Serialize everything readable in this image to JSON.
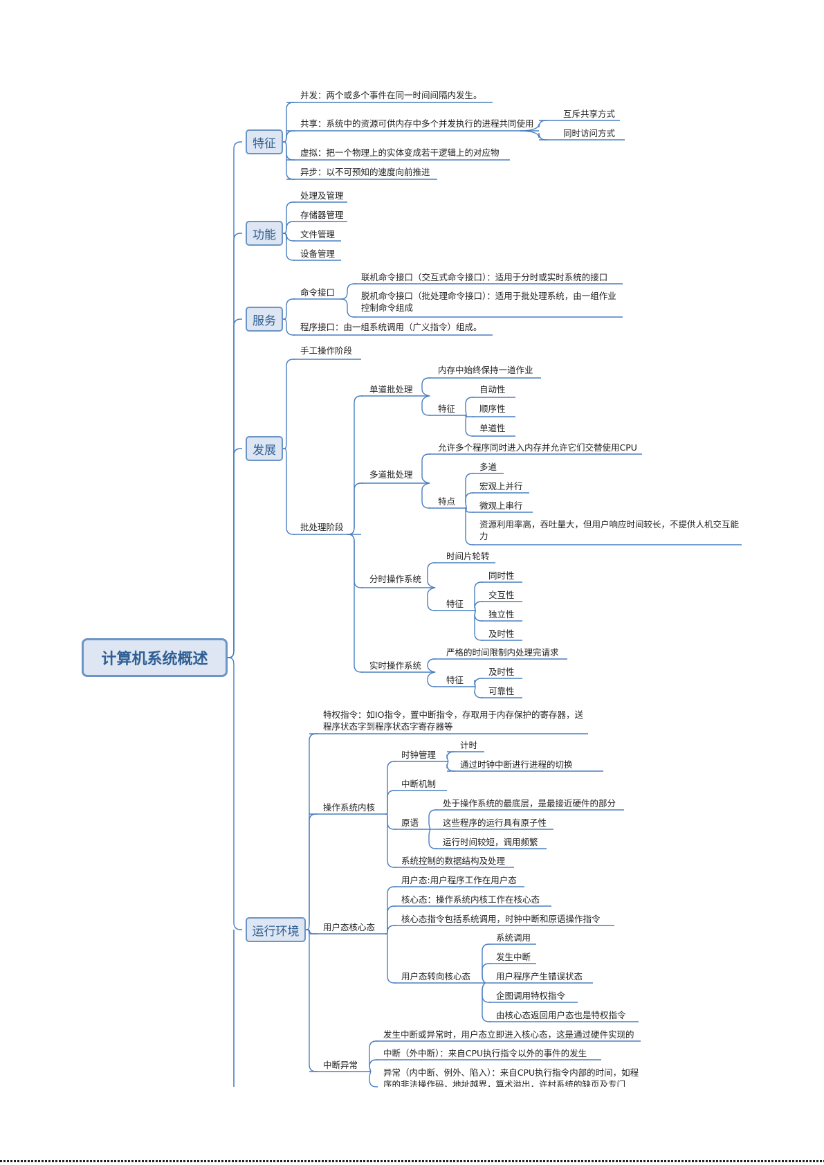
{
  "root": "计算机系统概述",
  "branches": {
    "tezheng": {
      "label": "特征",
      "bingfa": "并发：两个或多个事件在同一时间间隔内发生。",
      "gongxiang": "共享：系统中的资源可供内存中多个并发执行的进程共同使用",
      "huchi": "互斥共享方式",
      "tongshi": "同时访问方式",
      "xuni": "虚拟：把一个物理上的实体变成若干逻辑上的对应物",
      "yibu": "异步：以不可预知的速度向前推进"
    },
    "gongneng": {
      "label": "功能",
      "items": [
        "处理及管理",
        "存储器管理",
        "文件管理",
        "设备管理"
      ]
    },
    "fuwu": {
      "label": "服务",
      "mingling": "命令接口",
      "lianji": "联机命令接口（交互式命令接口）：适用于分时或实时系统的接口",
      "tuoji": "脱机命令接口（批处理命令接口）：适用于批处理系统，由一组作业控制命令组成",
      "chengxu": "程序接口：由一组系统调用（广义指令）组成。"
    },
    "fazhan": {
      "label": "发展",
      "shougong": "手工操作阶段",
      "pichuli": "批处理阶段",
      "dandao": "单道批处理",
      "dandao_neicun": "内存中始终保持一道作业",
      "dandao_tezheng": "特征",
      "dandao_items": [
        "自动性",
        "顺序性",
        "单道性"
      ],
      "duodao": "多道批处理",
      "duodao_yunxu": "允许多个程序同时进入内存并允许它们交替使用CPU",
      "duodao_tedian": "特点",
      "duodao_items": [
        "多道",
        "宏观上并行",
        "微观上串行"
      ],
      "duodao_ziyuan": "资源利用率高，吞吐量大，但用户响应时间较长，不提供人机交互能力",
      "fenshi": "分时操作系统",
      "fenshi_shijian": "时间片轮转",
      "fenshi_tezheng": "特征",
      "fenshi_items": [
        "同时性",
        "交互性",
        "独立性",
        "及时性"
      ],
      "shishi": "实时操作系统",
      "shishi_yange": "严格的时间限制内处理完请求",
      "shishi_tezheng": "特征",
      "shishi_items": [
        "及时性",
        "可靠性"
      ]
    },
    "yunxing": {
      "label": "运行环境",
      "tequan": "特权指令：如IO指令，置中断指令，存取用于内存保护的寄存器，送程序状态字到程序状态字寄存器等",
      "neihe": "操作系统内核",
      "shizhong": "时钟管理",
      "jishi": "计时",
      "qiehuan": "通过时钟中断进行进程的切换",
      "zhongduanjizhi": "中断机制",
      "yuanyu": "原语",
      "yuanyu_items": [
        "处于操作系统的最底层，是最接近硬件的部分",
        "这些程序的运行具有原子性",
        "运行时间较短，调用频繁"
      ],
      "shuju": "系统控制的数据结构及处理",
      "yonghutai": "用户态核心态",
      "yonghu_items": [
        "用户态:用户程序工作在用户态",
        "核心态：操作系统内核工作在核心态",
        "核心态指令包括系统调用，时钟中断和原语操作指令"
      ],
      "zhuanxiang": "用户态转向核心态",
      "zhuanxiang_items": [
        "系统调用",
        "发生中断",
        "用户程序产生错误状态",
        "企图调用特权指令",
        "由核心态返回用户态也是特权指令"
      ],
      "zhongduanyichang": "中断异常",
      "zd_fasheng": "发生中断或异常时，用户态立即进入核心态，这是通过硬件实现的",
      "zd_waizhongduan": "中断（外中断）：来自CPU执行指令以外的事件的发生",
      "zd_yichang": "异常（内中断、例外、陷入）：来自CPU执行指令内部的时间，如程序的非法操作码，地址越界，算术溢出，许村系统的缺页及专门"
    }
  }
}
